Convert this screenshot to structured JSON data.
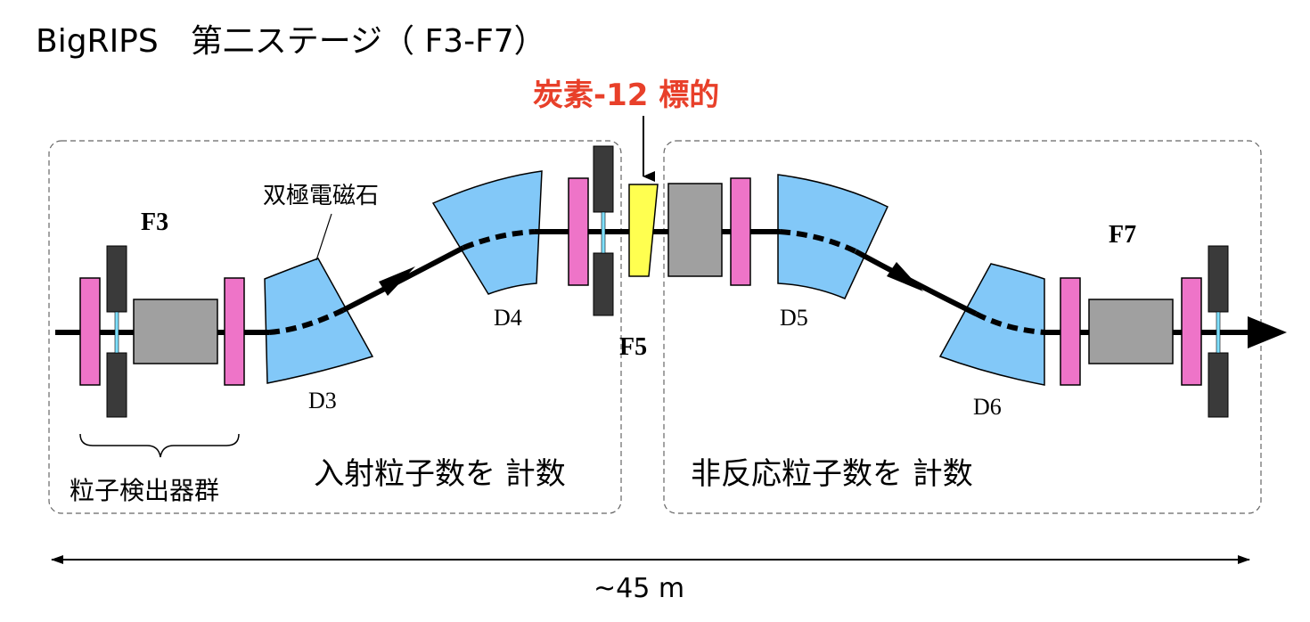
{
  "title": "BigRIPS　第二ステージ（ F3-F7）",
  "target_label": "炭素-12 標的",
  "dipole_label": "双極電磁石",
  "focal_planes": {
    "f3": "F3",
    "f5": "F5",
    "f7": "F7"
  },
  "dipoles": {
    "d3": "D3",
    "d4": "D4",
    "d5": "D5",
    "d6": "D6"
  },
  "detector_group_label": "粒子検出器群",
  "left_box_label": "入射粒子数を 計数",
  "right_box_label": "非反応粒子数を 計数",
  "length_label": "~45 m",
  "colors": {
    "target_label": "#e8402a",
    "dipole_fill": "#82c8f8",
    "detector_fill": "#ee74c8",
    "magnet_fill": "#a0a0a0",
    "dark_block": "#3a3a3a",
    "target_fill": "#ffff50",
    "beam": "#000000"
  }
}
